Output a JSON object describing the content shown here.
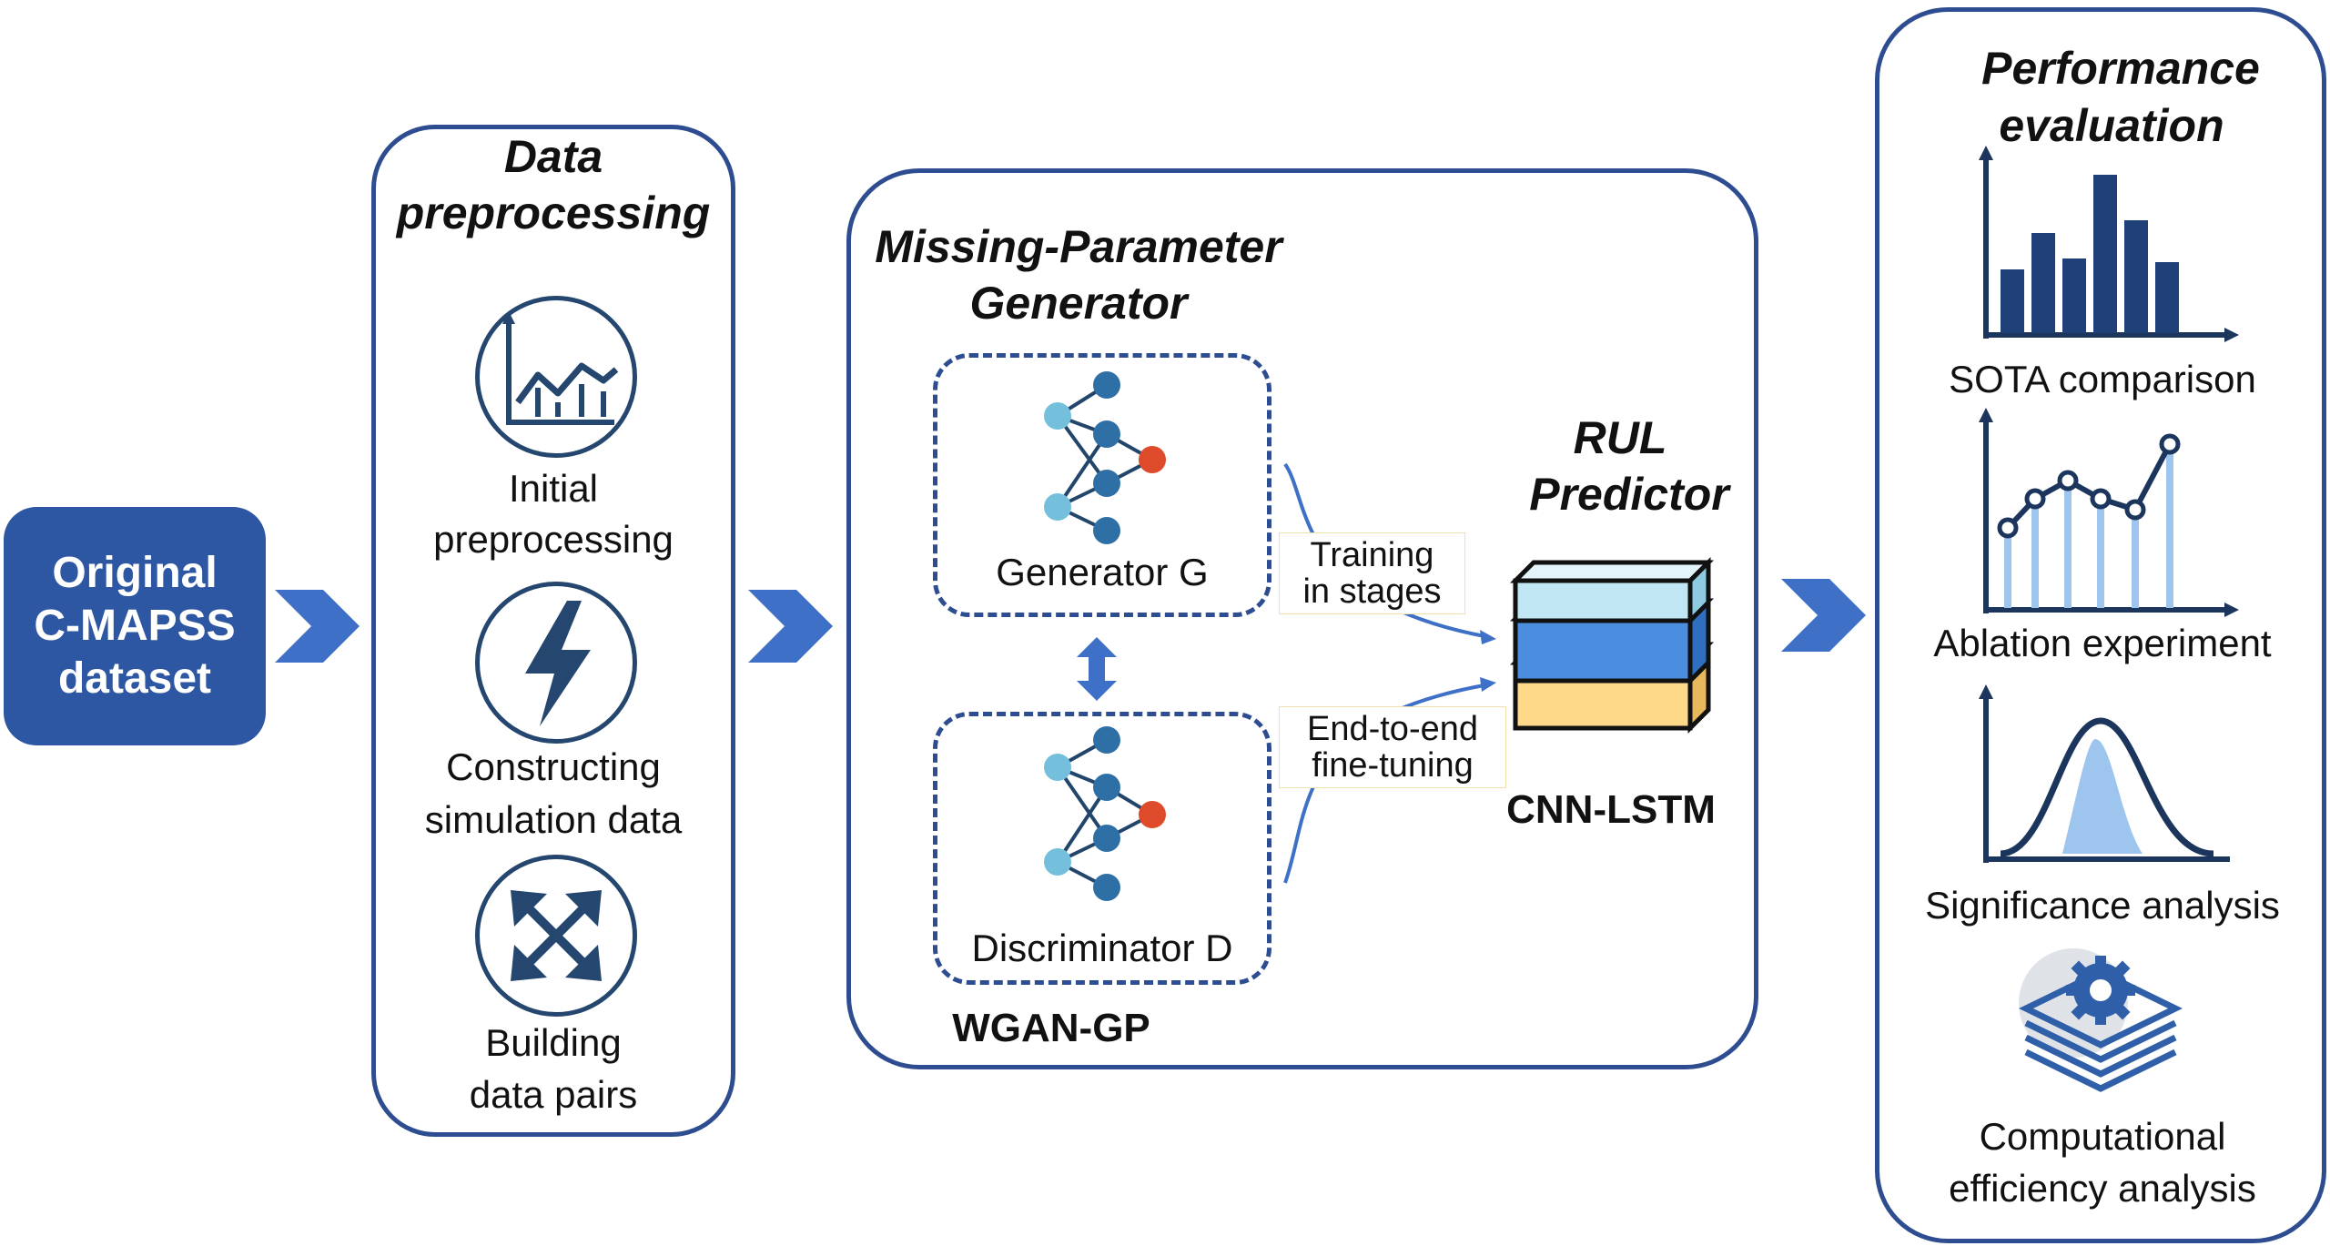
{
  "source": {
    "label_line1": "Original",
    "label_line2": "C-MAPSS",
    "label_line3": "dataset"
  },
  "preprocessing": {
    "title_line1": "Data",
    "title_line2": "preprocessing",
    "steps": [
      {
        "line1": "Initial",
        "line2": "preprocessing",
        "icon": "line-chart-icon"
      },
      {
        "line1": "Constructing",
        "line2": "simulation data",
        "icon": "lightning-icon"
      },
      {
        "line1": "Building",
        "line2": "data pairs",
        "icon": "expand-arrows-icon"
      }
    ]
  },
  "generator_panel": {
    "title_line1": "Missing-Parameter",
    "title_line2": "Generator",
    "generator_label": "Generator G",
    "discriminator_label": "Discriminator D",
    "model_label": "WGAN-GP"
  },
  "links": {
    "training_line1": "Training",
    "training_line2": "in stages",
    "finetune_line1": "End-to-end",
    "finetune_line2": "fine-tuning"
  },
  "predictor": {
    "title_line1": "RUL",
    "title_line2": "Predictor",
    "model_label": "CNN-LSTM"
  },
  "evaluation": {
    "title_line1": "Performance",
    "title_line2": "evaluation",
    "items": [
      {
        "label": "SOTA comparison",
        "icon": "bar-chart-icon"
      },
      {
        "label": "Ablation experiment",
        "icon": "line-plot-icon"
      },
      {
        "label": "Significance analysis",
        "icon": "bell-curve-icon"
      },
      {
        "line1": "Computational",
        "line2": "efficiency analysis",
        "icon": "gear-layers-icon"
      }
    ]
  },
  "colors": {
    "panel_border": "#2e4d91",
    "source_fill": "#2e57a3",
    "chevron": "#3e70c8",
    "node_dark": "#2e6fa6",
    "node_light": "#74c0dc",
    "node_output": "#dd4b2a",
    "layer_blue": "#4b8ee0",
    "layer_light": "#bfe6f2",
    "layer_yellow": "#ffd98a"
  }
}
